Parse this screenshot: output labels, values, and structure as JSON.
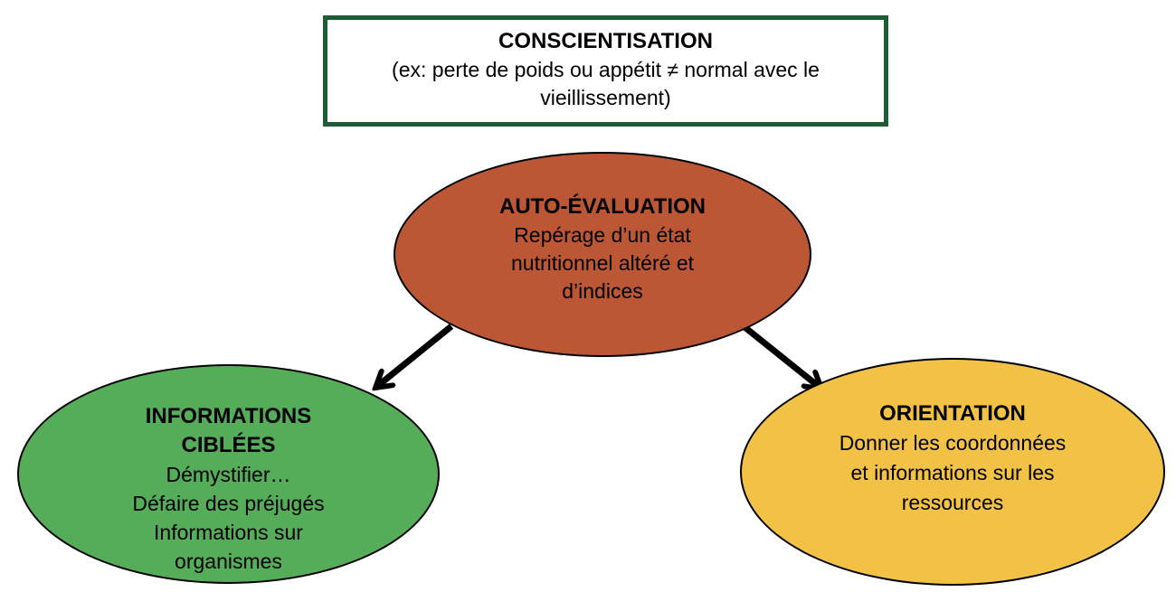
{
  "background": "#FFFFFF",
  "colors": {
    "background": "#FFFFFF",
    "box_border": "#1F5B33",
    "box_fill": "#FFFFFF",
    "auto_eval_fill": "#BC5735",
    "informations_fill": "#55AC59",
    "orientation_fill": "#F2C246",
    "outline": "#000000",
    "arrow": "#000000",
    "text": "#000000"
  },
  "nodes": {
    "conscientisation": {
      "shape": "rectangle",
      "title": "CONSCIENTISATION",
      "lines": [
        "(ex: perte de poids ou appétit ≠ normal avec le",
        "vieillissement)"
      ]
    },
    "auto_evaluation": {
      "shape": "ellipse",
      "title": "AUTO-ÉVALUATION",
      "lines": [
        "Repérage d’un état",
        "nutritionnel altéré et",
        "d’indices"
      ]
    },
    "informations_ciblees": {
      "shape": "ellipse",
      "title_lines": [
        "INFORMATIONS",
        "CIBLÉES"
      ],
      "lines": [
        "Démystifier…",
        "Défaire des préjugés",
        "Informations sur",
        "organismes"
      ]
    },
    "orientation": {
      "shape": "ellipse",
      "title": "ORIENTATION",
      "lines": [
        "Donner les coordonnées",
        "et informations sur les",
        "ressources"
      ]
    }
  },
  "connectors": [
    {
      "from": "auto_evaluation",
      "to": "informations_ciblees"
    },
    {
      "from": "auto_evaluation",
      "to": "orientation"
    }
  ]
}
